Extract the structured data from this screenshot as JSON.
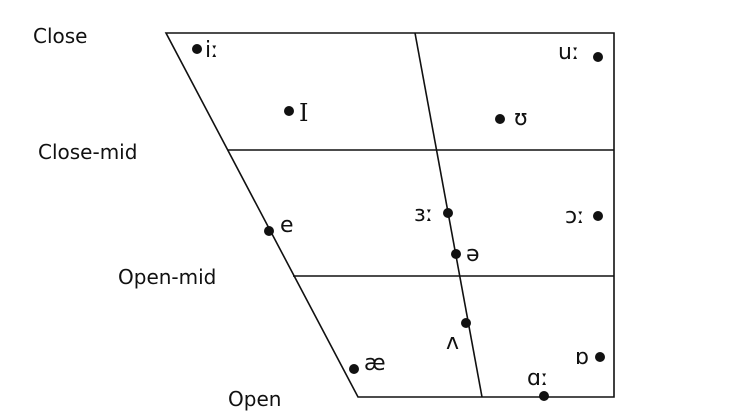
{
  "row_labels": {
    "close": "Close",
    "close_mid": "Close-mid",
    "open_mid": "Open-mid",
    "open": "Open"
  },
  "vowels": {
    "i_long": "iː",
    "u_long": "uː",
    "near_close_front": "I",
    "near_close_back": "ʊ",
    "nurse": "ɜː",
    "thought": "ɔː",
    "e": "e",
    "schwa": "ə",
    "strut": "ʌ",
    "trap": "æ",
    "lot": "ɒ",
    "start": "ɑː"
  }
}
